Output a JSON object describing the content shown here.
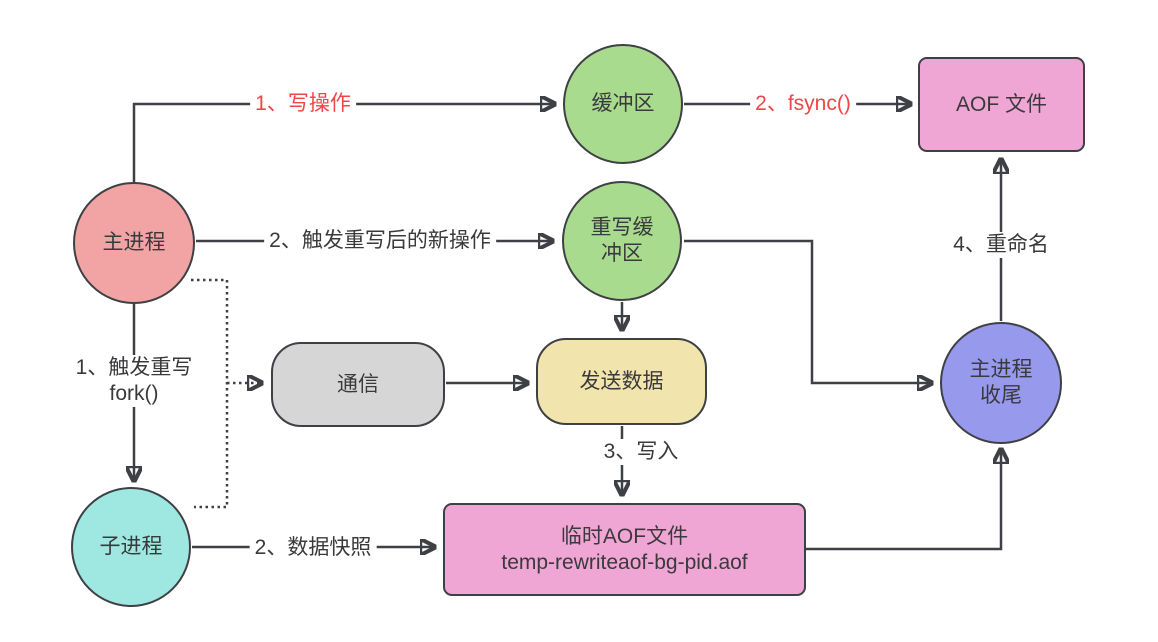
{
  "diagram": {
    "background": "#ffffff",
    "stroke_color": "#3e4045",
    "text_color": "#3a3a3c",
    "red_label_color": "#ed4649"
  },
  "nodes": {
    "main_process": {
      "label": "主进程",
      "shape": "circle",
      "fill": "#f2a3a3"
    },
    "buffer": {
      "label": "缓冲区",
      "shape": "circle",
      "fill": "#a9db8e"
    },
    "rewrite_buffer": {
      "lines": [
        "重写缓",
        "冲区"
      ],
      "shape": "circle",
      "fill": "#a9db8e"
    },
    "aof_file": {
      "label": "AOF 文件",
      "shape": "rect",
      "fill": "#efa6d4"
    },
    "comm": {
      "label": "通信",
      "shape": "stadium",
      "fill": "#d6d6d6"
    },
    "send_data": {
      "label": "发送数据",
      "shape": "stadium",
      "fill": "#f1e4ac"
    },
    "main_finish": {
      "lines": [
        "主进程",
        "收尾"
      ],
      "shape": "circle",
      "fill": "#9699ec"
    },
    "child_process": {
      "label": "子进程",
      "shape": "circle",
      "fill": "#9fe7e1"
    },
    "temp_aof_file": {
      "lines": [
        "临时AOF文件",
        "temp-rewriteaof-bg-pid.aof"
      ],
      "shape": "rect",
      "fill": "#efa6d4"
    }
  },
  "edge_labels": {
    "write_op": "1、写操作",
    "fsync": "2、fsync()",
    "new_ops_after_rewrite": "2、触发重写后的新操作",
    "trigger_rewrite": {
      "line1": "1、触发重写",
      "line2": "fork()"
    },
    "write_in": "3、写入",
    "data_snapshot": "2、数据快照",
    "rename": "4、重命名"
  }
}
